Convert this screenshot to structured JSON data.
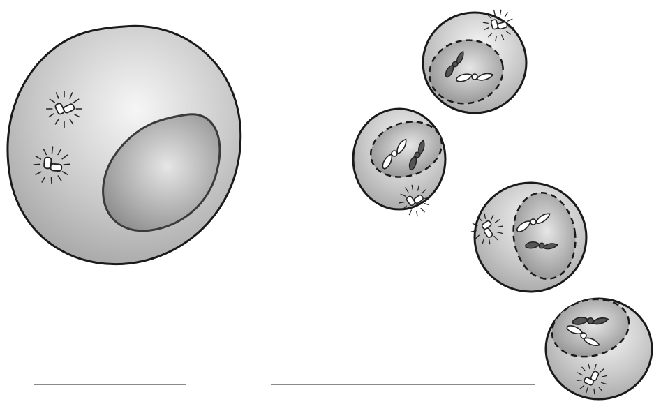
{
  "figure": {
    "panels": [
      {
        "id": "left",
        "cells": 1,
        "caption": ""
      },
      {
        "id": "right",
        "cells": 4,
        "caption": ""
      }
    ],
    "colors": {
      "cell_fill_light": "#f4f4f4",
      "cell_fill_dark": "#a9a9a9",
      "nucleus_light": "#e2e2e2",
      "nucleus_dark": "#8f8f8f",
      "outline": "#1a1a1a",
      "dark_chromosome": "#555555",
      "answer_line": "#8a8a8a"
    },
    "icons": [
      "centrosome-icon",
      "chromosome-icon"
    ]
  }
}
